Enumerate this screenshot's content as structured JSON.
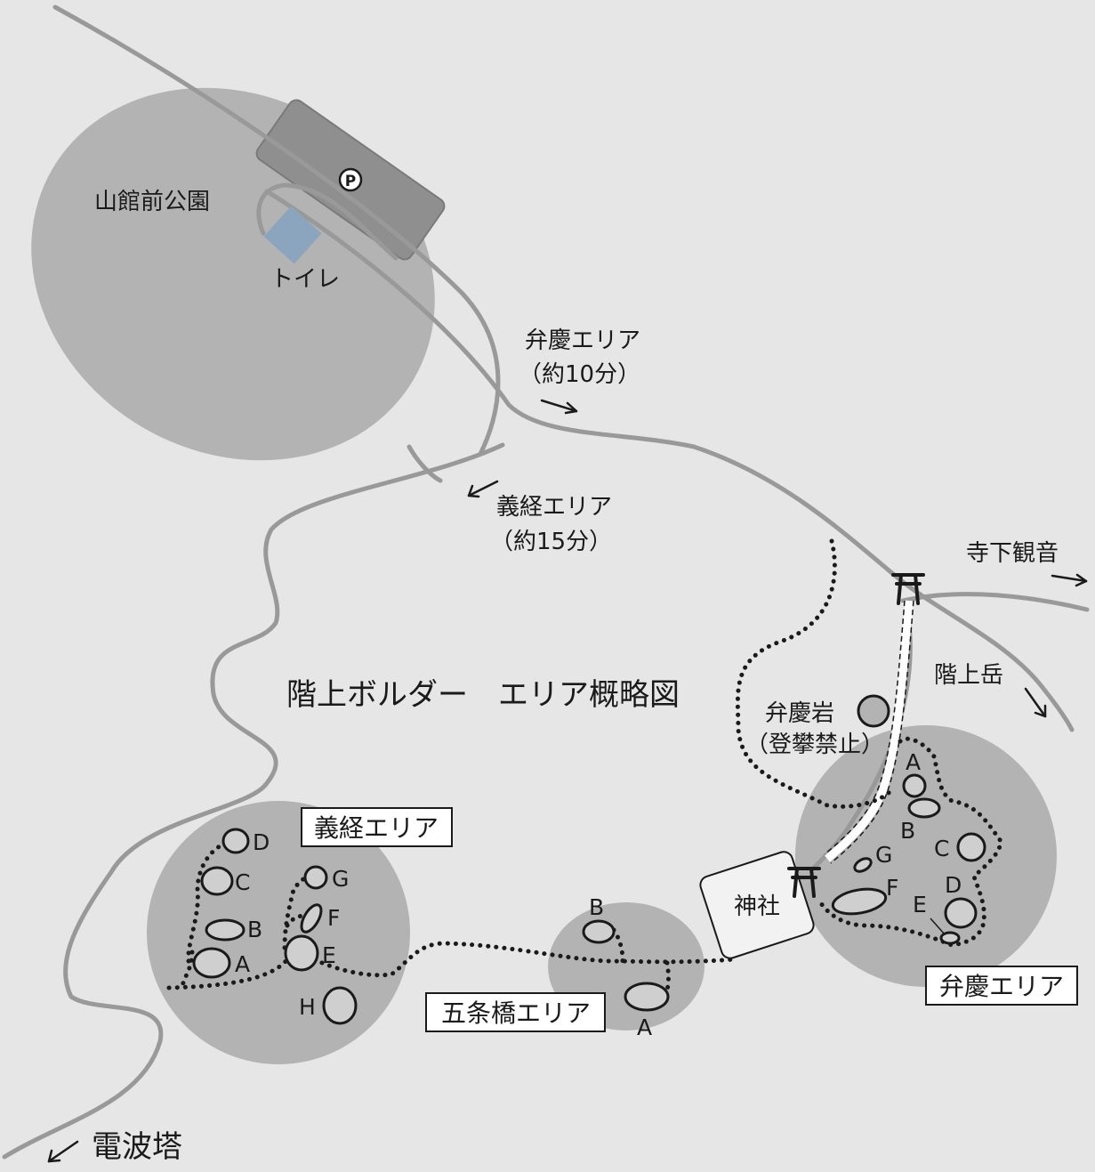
{
  "title": "階上ボルダー　エリア概略図",
  "park": {
    "label": "山館前公園"
  },
  "toilet": {
    "label": "トイレ"
  },
  "parking": {
    "symbol": "P"
  },
  "directions": {
    "benkei_line1": "弁慶エリア",
    "benkei_line2": "（約10分）",
    "yoshitsune_line1": "義経エリア",
    "yoshitsune_line2": "（約15分）",
    "terashita": "寺下観音",
    "hashikami_dake": "階上岳",
    "denpato": "電波塔"
  },
  "benkei_rock": {
    "line1": "弁慶岩",
    "line2": "（登攀禁止）"
  },
  "shrine": {
    "label": "神社"
  },
  "areas": {
    "yoshitsune": {
      "name": "義経エリア",
      "boulders": {
        "A": "A",
        "B": "B",
        "C": "C",
        "D": "D",
        "E": "E",
        "F": "F",
        "G": "G",
        "H": "H"
      }
    },
    "gojobashi": {
      "name": "五条橋エリア",
      "boulders": {
        "A": "A",
        "B": "B"
      }
    },
    "benkei": {
      "name": "弁慶エリア",
      "boulders": {
        "A": "A",
        "B": "B",
        "C": "C",
        "D": "D",
        "E": "E",
        "F": "F",
        "G": "G"
      }
    }
  },
  "colors": {
    "background": "#e6e6e6",
    "area_fill": "#b3b3b3",
    "road": "#999999",
    "parking_lot": "#8f8f8f",
    "toilet": "#8aa5bd"
  }
}
